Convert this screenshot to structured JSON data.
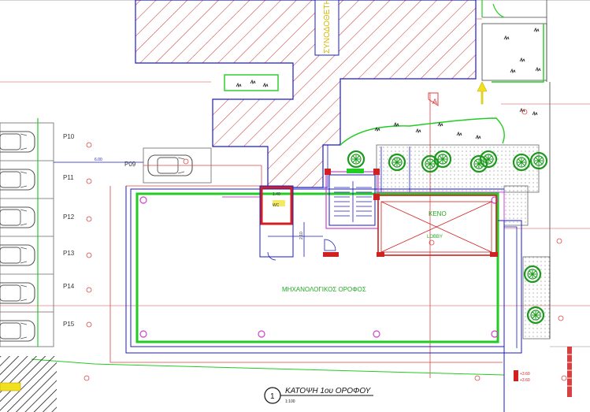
{
  "texts": {
    "parking": [
      "P10",
      "P11",
      "P12",
      "P13",
      "P14",
      "P15"
    ],
    "parking_side": "P09",
    "dim_parking": "6.00",
    "road_vertical": "ΣΥΝΟΔΟΘΕΤΗ ΥΠΟΣΤΑΘΜΟΣ",
    "section_mark": "A",
    "keno": "ΚΕΝΟ",
    "lobby": "LOBBY",
    "mech_floor": "ΜΗΧΑΝΟΛΟΓΙΚΟΣ ΟΡΟΦΟΣ",
    "title_number": "1",
    "title": "ΚΑΤΟΨΗ 1ου ΟΡΟΦΟΥ",
    "scale": "1:100",
    "room_code": "WC",
    "dim_stair": "2.10",
    "dim_room": "1.40",
    "level_tag_1": "+3.60",
    "level_tag_2": "+3.60"
  },
  "colors": {
    "red": "#e02020",
    "blue": "#1a1ac8",
    "green": "#22cc22",
    "magenta": "#d040d0",
    "yellow": "#f0e020",
    "gray": "#8a8a8a",
    "hatch": "#c83030"
  }
}
